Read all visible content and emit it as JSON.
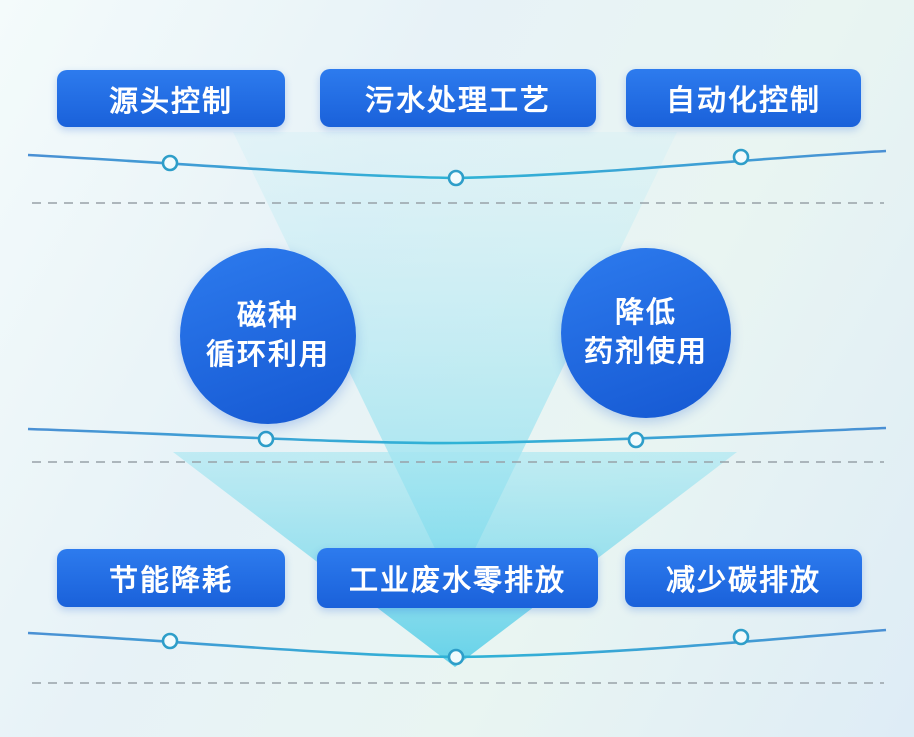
{
  "diagram": {
    "top_row": [
      "源头控制",
      "污水处理工艺",
      "自动化控制"
    ],
    "mid_circles": [
      {
        "line1": "磁种",
        "line2": "循环利用"
      },
      {
        "line1": "降低",
        "line2": "药剂使用"
      }
    ],
    "bottom_row": [
      "节能降耗",
      "工业废水零排放",
      "减少碳排放"
    ],
    "colors": {
      "pill_blue_top": "#2d7bee",
      "pill_blue_bottom": "#1a61da",
      "circle_blue": "#1558d2",
      "arrow_cyan_light": "#c8eff5",
      "arrow_cyan_deep": "#63d2e8",
      "wave_blue": "#4a90d4",
      "wave_teal": "#2fb3d6",
      "node_stroke": "#2e9ec9",
      "dash_gray": "#98a1a8",
      "text_white": "#ffffff"
    }
  }
}
